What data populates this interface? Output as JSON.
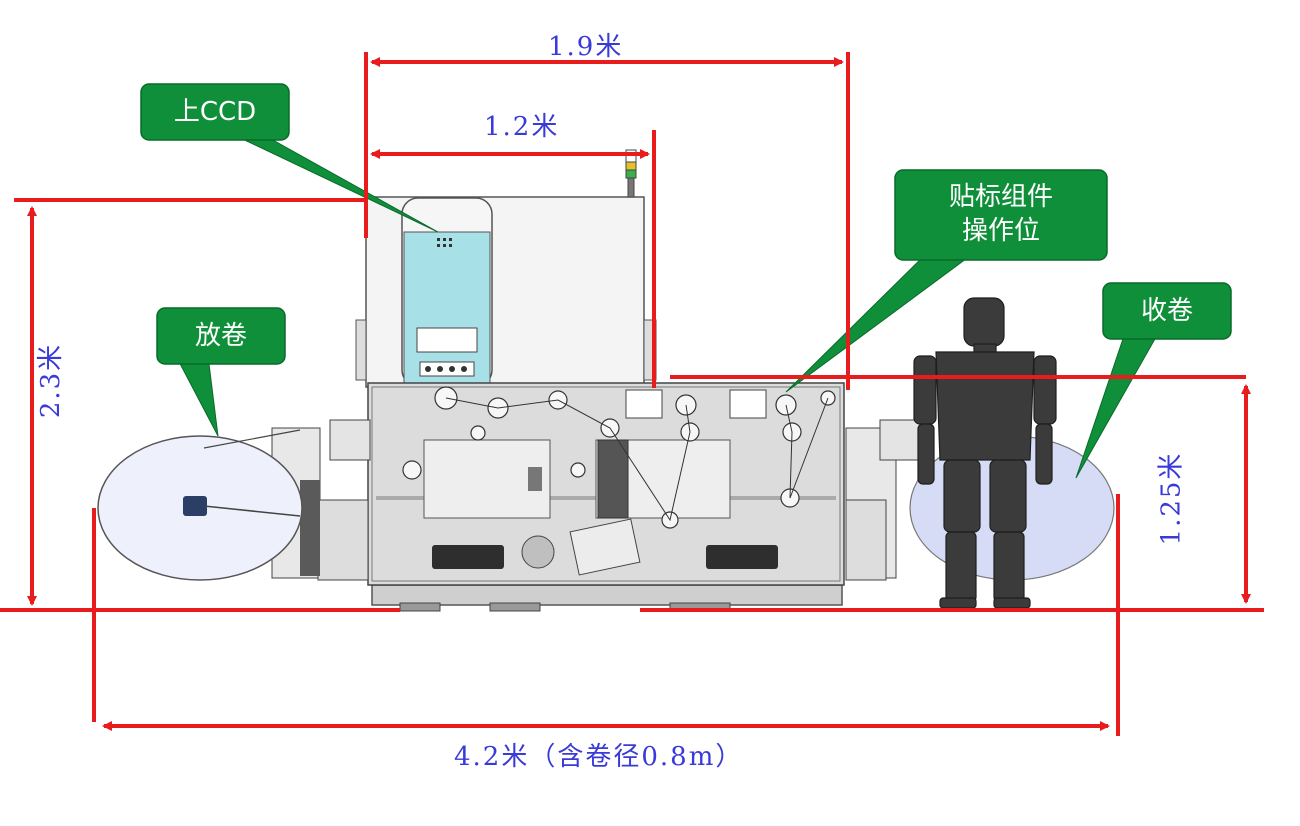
{
  "diagram": {
    "dimensions": {
      "width_top": "1.9米",
      "width_inner": "1.2米",
      "height_total": "2.3米",
      "height_table": "1.25米",
      "width_overall": "4.2米（含卷径0.8m）"
    },
    "callouts": {
      "top_ccd": "上CCD",
      "labeling_station": [
        "贴标组件",
        "操作位"
      ],
      "unwind": "放卷",
      "rewind": "收卷"
    },
    "colors": {
      "dimension_line": "#e81c1c",
      "dimension_text": "#3a3ad8",
      "callout_fill": "#0f8f3a",
      "machine_body": "#d9d9d9",
      "ccd_panel": "#a8e0e8",
      "roll_fill": "#eef1fb",
      "rewind_roll_fill": "#d6dcf5",
      "figure_fill": "#3b3b3b"
    }
  }
}
